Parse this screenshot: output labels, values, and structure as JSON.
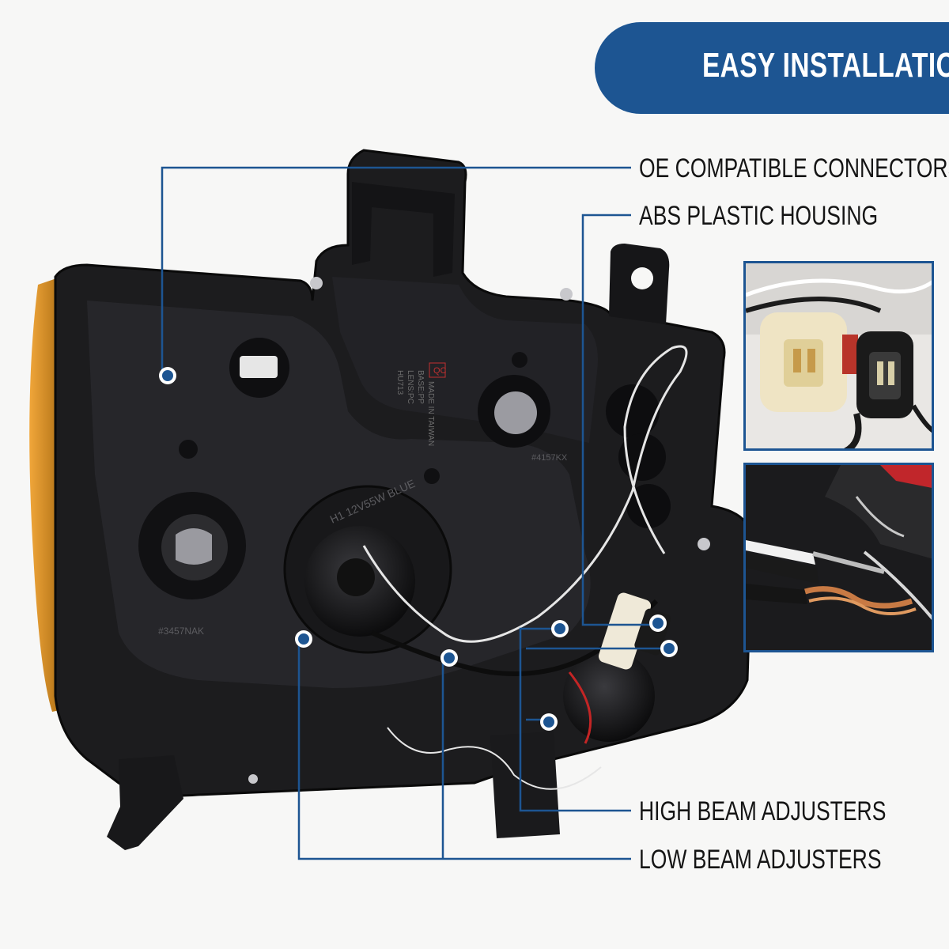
{
  "banner": {
    "title": "EASY INSTALLATION",
    "color": "#1d5592"
  },
  "callouts": {
    "connectors": "OE COMPATIBLE CONNECTORS",
    "housing": "ABS PLASTIC HOUSING",
    "high_beam": "HIGH BEAM ADJUSTERS",
    "low_beam": "LOW BEAM ADJUSTERS"
  },
  "housing_markings": {
    "qc": "QC",
    "bulb": "H1 12V55W BLUE",
    "mold_left": "#3457NAK",
    "mold_right": "#4157KX",
    "spec_lines": [
      "HU713",
      "LENS:PC",
      "BASE:PP",
      "MADE IN TAIWAN"
    ]
  },
  "colors": {
    "leader_line": "#1d5592",
    "dot_fill": "#1d5592",
    "housing_black": "#1c1c1e",
    "amber_lens": "#d88a14"
  },
  "insets": [
    {
      "subject": "connector-plug-closeup"
    },
    {
      "subject": "stripped-copper-wire-closeup"
    }
  ]
}
